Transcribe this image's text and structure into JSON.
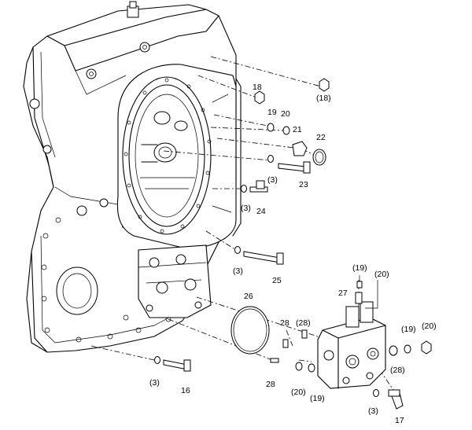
{
  "labels": [
    {
      "id": "18",
      "text": "18"
    },
    {
      "id": "18p",
      "text": "(18)"
    },
    {
      "id": "19a",
      "text": "19"
    },
    {
      "id": "20a",
      "text": "20"
    },
    {
      "id": "21",
      "text": "21"
    },
    {
      "id": "22",
      "text": "22"
    },
    {
      "id": "3a",
      "text": "(3)"
    },
    {
      "id": "23",
      "text": "23"
    },
    {
      "id": "3b",
      "text": "(3)"
    },
    {
      "id": "24",
      "text": "24"
    },
    {
      "id": "3c",
      "text": "(3)"
    },
    {
      "id": "25",
      "text": "25"
    },
    {
      "id": "19p",
      "text": "(19)"
    },
    {
      "id": "20p",
      "text": "(20)"
    },
    {
      "id": "27",
      "text": "27"
    },
    {
      "id": "26",
      "text": "26"
    },
    {
      "id": "28a",
      "text": "28"
    },
    {
      "id": "28p",
      "text": "(28)"
    },
    {
      "id": "19q",
      "text": "(19)"
    },
    {
      "id": "20q",
      "text": "(20)"
    },
    {
      "id": "28r",
      "text": "(28)"
    },
    {
      "id": "28b",
      "text": "28"
    },
    {
      "id": "20r",
      "text": "(20)"
    },
    {
      "id": "19r",
      "text": "(19)"
    },
    {
      "id": "3d",
      "text": "(3)"
    },
    {
      "id": "16",
      "text": "16"
    },
    {
      "id": "3e",
      "text": "(3)"
    },
    {
      "id": "17",
      "text": "17"
    }
  ]
}
